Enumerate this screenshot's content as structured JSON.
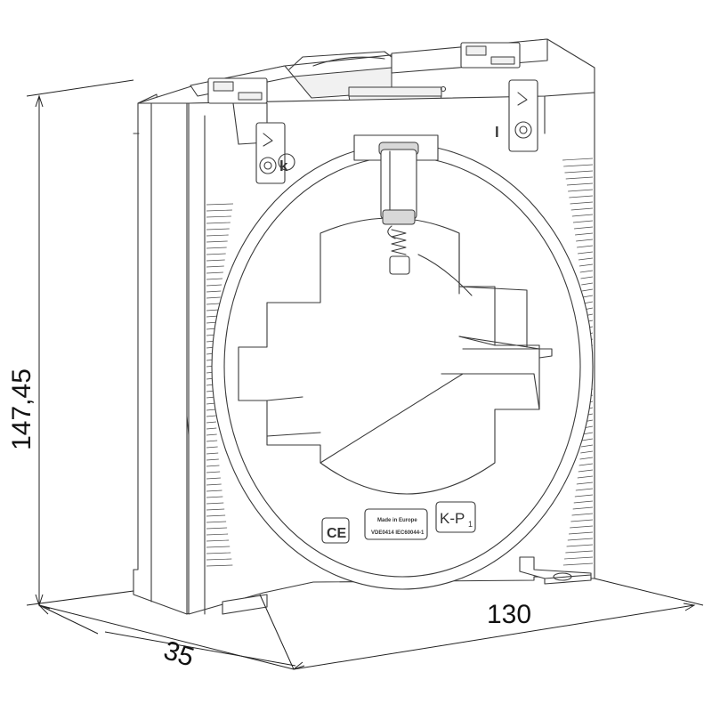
{
  "dimensions": {
    "height": "147,45",
    "width": "130",
    "depth": "35"
  },
  "labels": {
    "ce_mark": "CE",
    "made_in": "Made in Europe",
    "standard": "VDE0414 IEC60044-1",
    "polarity": "K-P",
    "polarity_sub": "1",
    "terminal_k": "k",
    "terminal_l": "l"
  },
  "colors": {
    "line": "#3a3a3a",
    "background": "#ffffff"
  }
}
